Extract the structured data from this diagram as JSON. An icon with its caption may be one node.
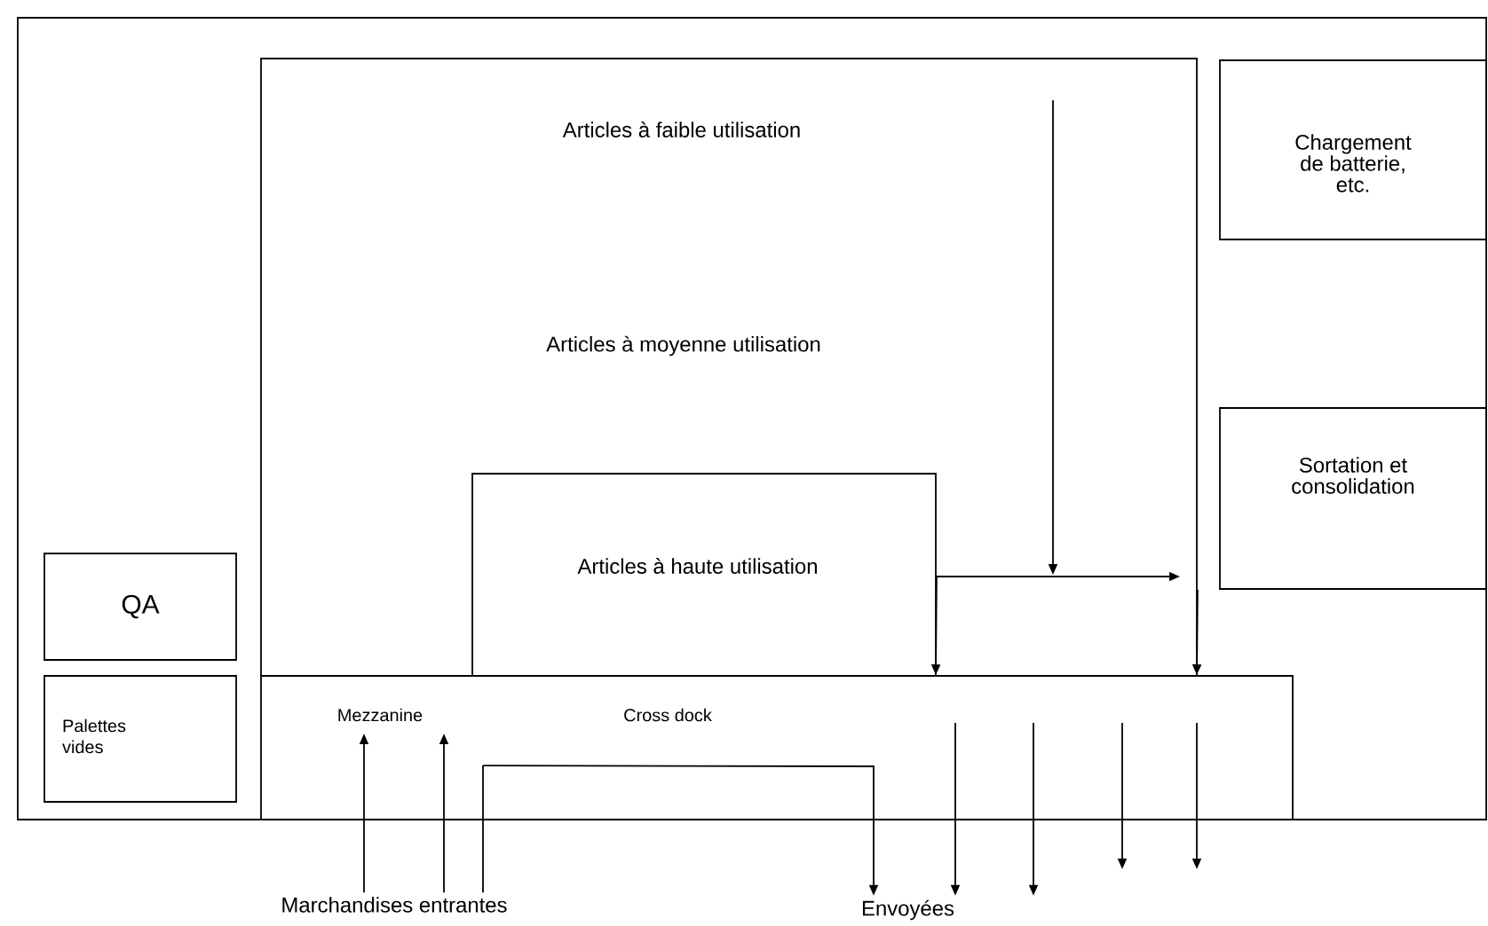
{
  "diagram": {
    "nodes": [
      {
        "text": [],
        "shape": "box"
      },
      {
        "text": [
          "Articles à faible utilisation",
          "Articles à moyenne utilisation"
        ],
        "in": 0
      },
      {
        "text": [
          "Articles à haute utilisation"
        ],
        "in": 1
      },
      {
        "text": [
          "Chargement de batterie, etc."
        ],
        "in": 0
      },
      {
        "text": [
          "Sortation et consolidation"
        ],
        "in": 0
      },
      {
        "text": [
          "QA"
        ],
        "in": 0
      },
      {
        "text": [
          "Palettes vides"
        ],
        "in": 0
      },
      {
        "text": [
          "Mezzanine",
          "Cross dock"
        ],
        "in": 0
      },
      {
        "text": [
          "Marchandises entrantes"
        ]
      },
      {
        "text": [
          "Envoyées"
        ]
      }
    ],
    "edges": [
      {
        "from": 8,
        "to": 7,
        "arrow": "to"
      },
      {
        "from": 8,
        "to": 7,
        "arrow": "to"
      },
      {
        "from": 8,
        "to": 7,
        "arrow": "none"
      },
      {
        "from": 7,
        "to": 9,
        "arrow": "to"
      },
      {
        "from": 7,
        "to": 9,
        "arrow": "to"
      },
      {
        "from": 7,
        "to": 9,
        "arrow": "to"
      },
      {
        "from": 7,
        "to": null,
        "arrow": "to"
      },
      {
        "from": 7,
        "to": null,
        "arrow": "to"
      },
      {
        "from": 1,
        "to": null,
        "arrow": "to"
      },
      {
        "from": 2,
        "to": 4,
        "arrow": "to"
      },
      {
        "from": 2,
        "to": 7,
        "arrow": "to"
      },
      {
        "from": 1,
        "to": 7,
        "arrow": "to"
      }
    ]
  }
}
